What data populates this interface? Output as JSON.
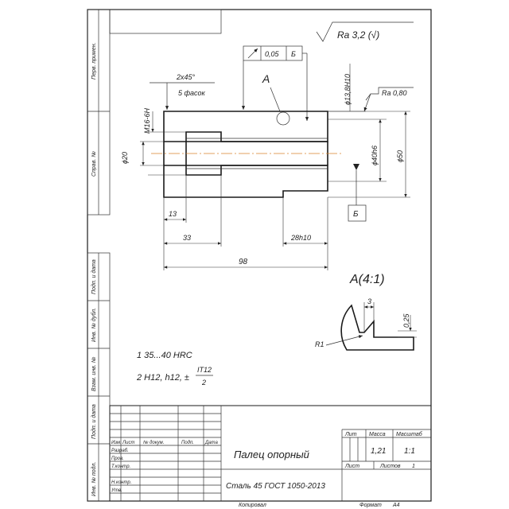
{
  "drawing": {
    "surface_roughness": "Ra 3,2 (√)",
    "tolerance_frame": {
      "value": "0,05",
      "datum": "Б"
    },
    "view_label": "A",
    "datum_label": "Б",
    "detail_title": "A(4:1)",
    "dimensions": {
      "chamfer": "2x45°",
      "chamfer_note": "5 фасок",
      "thread": "M16-6H",
      "bore_dia": "ϕ20",
      "hole": "ϕ13,8H10",
      "hole2": "ϕ40h6",
      "outer_dia": "ϕ50",
      "ra_local": "Ra 0,80",
      "len_13": "13",
      "len_33": "33",
      "len_28": "28h10",
      "len_98": "98",
      "detail_3": "3",
      "detail_025": "0,25",
      "detail_r1": "R1"
    },
    "notes": [
      "1  35...40 HRC",
      "2  H12, h12, ±",
      "IT12",
      "2"
    ]
  },
  "side_strip": {
    "labels": [
      "Перв. примен.",
      "Справ. №",
      "Подп. и дата",
      "Инв. № дубл.",
      "Взам. инв. №",
      "Подп. и дата",
      "Инв. № подл."
    ]
  },
  "title_block": {
    "part_name": "Палец опорный",
    "material": "Сталь 45 ГОСТ 1050-2013",
    "col_lit": "Лит",
    "col_mass": "Масса",
    "col_scale": "Масштаб",
    "mass": "1,21",
    "scale": "1:1",
    "sheet_label": "Лист",
    "sheets_label": "Листов",
    "sheets_value": "1",
    "rows": [
      "Изм.",
      "Лист",
      "№ докум.",
      "Подп.",
      "Дата"
    ],
    "roles": [
      "Разраб.",
      "Пров.",
      "Т.контр.",
      "",
      "Н.контр.",
      "Утв."
    ],
    "copied": "Копировал",
    "format_label": "Формат",
    "format_value": "А4"
  }
}
